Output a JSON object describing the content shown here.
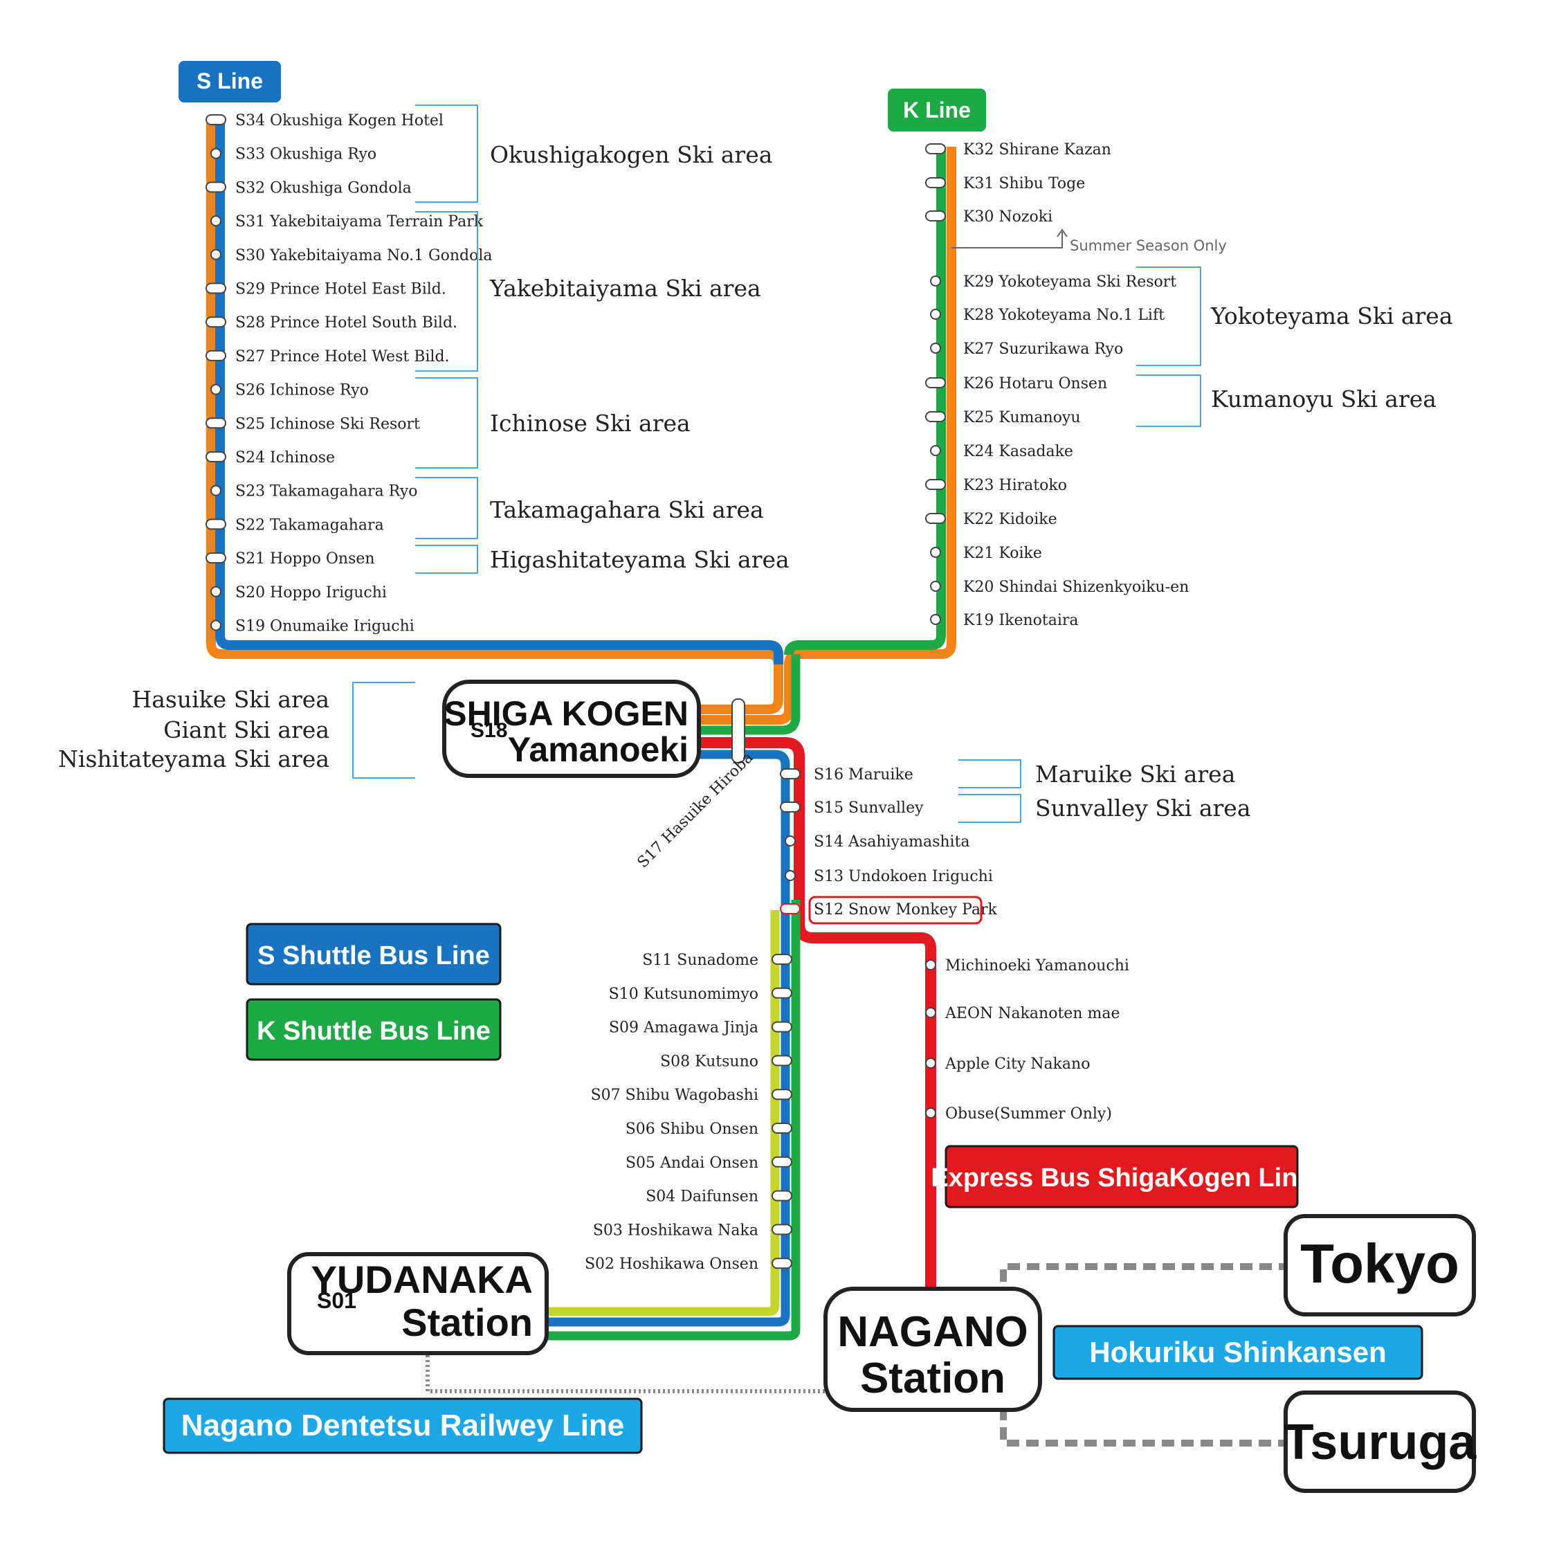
{
  "s_line_badge": "S Line",
  "k_line_badge": "K Line",
  "legend": {
    "s_shuttle": "S  Shuttle Bus Line",
    "k_shuttle": "K  Shuttle Bus Line",
    "express": "Express Bus ShigaKogen Line",
    "shinkansen": "Hokuriku Shinkansen",
    "dentetsu": "Nagano Dentetsu Railwey Line"
  },
  "colors": {
    "s_line": "#1a73c0",
    "k_line": "#1fa846",
    "orange": "#f08418",
    "express": "#e31920",
    "yellow": "#c6d52a",
    "light_blue": "#1ea7e6"
  },
  "s_upper_stations": [
    "S34 Okushiga Kogen Hotel",
    "S33 Okushiga Ryo",
    "S32 Okushiga Gondola",
    "S31 Yakebitaiyama Terrain Park",
    "S30 Yakebitaiyama No.1 Gondola",
    "S29 Prince Hotel East Bild.",
    "S28 Prince Hotel South Bild.",
    "S27 Prince Hotel West Bild.",
    "S26 Ichinose Ryo",
    "S25 Ichinose Ski Resort",
    "S24 Ichinose",
    "S23 Takamagahara Ryo",
    "S22 Takamagahara",
    "S21 Hoppo Onsen",
    "S20 Hoppo Iriguchi",
    "S19 Onumaike Iriguchi"
  ],
  "s_upper_areas": [
    "Okushigakogen Ski area",
    "Yakebitaiyama Ski area",
    "Ichinose Ski area",
    "Takamagahara Ski area",
    "Higashitateyama Ski area"
  ],
  "k_stations": [
    "K32 Shirane Kazan",
    "K31 Shibu Toge",
    "K30 Nozoki",
    "K29 Yokoteyama Ski Resort",
    "K28 Yokoteyama No.1 Lift",
    "K27 Suzurikawa Ryo",
    "K26 Hotaru Onsen",
    "K25 Kumanoyu",
    "K24 Kasadake",
    "K23 Hiratoko",
    "K22 Kidoike",
    "K21 Koike",
    "K20 Shindai Shizenkyoiku-en",
    "K19 Ikenotaira"
  ],
  "summer_note": "Summer Season Only",
  "k_areas": [
    "Yokoteyama Ski area",
    "Kumanoyu Ski area"
  ],
  "hub": {
    "code": "S18",
    "line1": "SHIGA KOGEN",
    "line2": "Yamanoeki",
    "areas": [
      "Hasuike Ski area",
      "Giant Ski area",
      "Nishitateyama Ski area"
    ]
  },
  "s17": "S17 Hasuike Hiroba",
  "s_mid_stations": [
    "S16 Maruike",
    "S15 Sunvalley",
    "S14 Asahiyamashita",
    "S13 Undokoen Iriguchi",
    "S12 Snow Monkey Park"
  ],
  "s_mid_areas": [
    "Maruike Ski area",
    "Sunvalley Ski area"
  ],
  "s_lower_stations": [
    "S11 Sunadome",
    "S10 Kutsunomimyo",
    "S09 Amagawa Jinja",
    "S08 Kutsuno",
    "S07 Shibu Wagobashi",
    "S06 Shibu Onsen",
    "S05 Andai Onsen",
    "S04 Daifunsen",
    "S03 Hoshikawa Naka",
    "S02 Hoshikawa Onsen"
  ],
  "express_stations": [
    "Michinoeki Yamanouchi",
    "AEON Nakanoten mae",
    "Apple City Nakano",
    "Obuse(Summer Only)"
  ],
  "yudanaka": {
    "code": "S01",
    "line1": "YUDANAKA",
    "line2": "Station"
  },
  "nagano": {
    "line1": "NAGANO",
    "line2": "Station"
  },
  "tokyo": "Tokyo",
  "tsuruga": "Tsuruga"
}
